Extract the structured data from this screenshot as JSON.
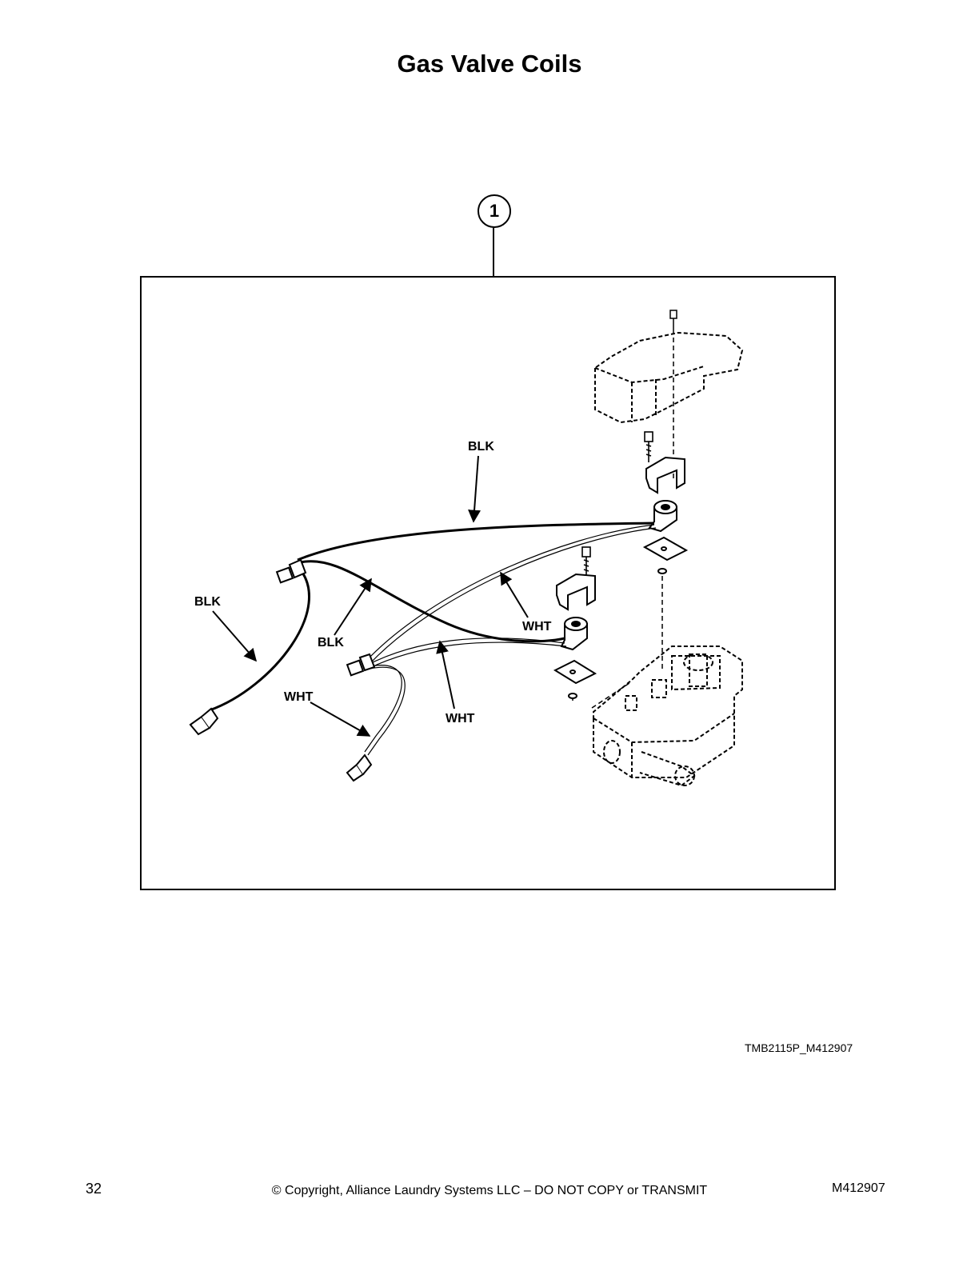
{
  "page": {
    "title": "Gas Valve Coils",
    "page_number": "32",
    "copyright": "© Copyright, Alliance Laundry Systems LLC – DO NOT COPY or TRANSMIT",
    "document_number": "M412907"
  },
  "figure": {
    "callout_number": "1",
    "figure_code": "TMB2115P_M412907",
    "wire_labels": {
      "blk_top": "BLK",
      "blk_left": "BLK",
      "blk_middle": "BLK",
      "wht_upper": "WHT",
      "wht_lower": "WHT",
      "wht_left": "WHT"
    }
  }
}
